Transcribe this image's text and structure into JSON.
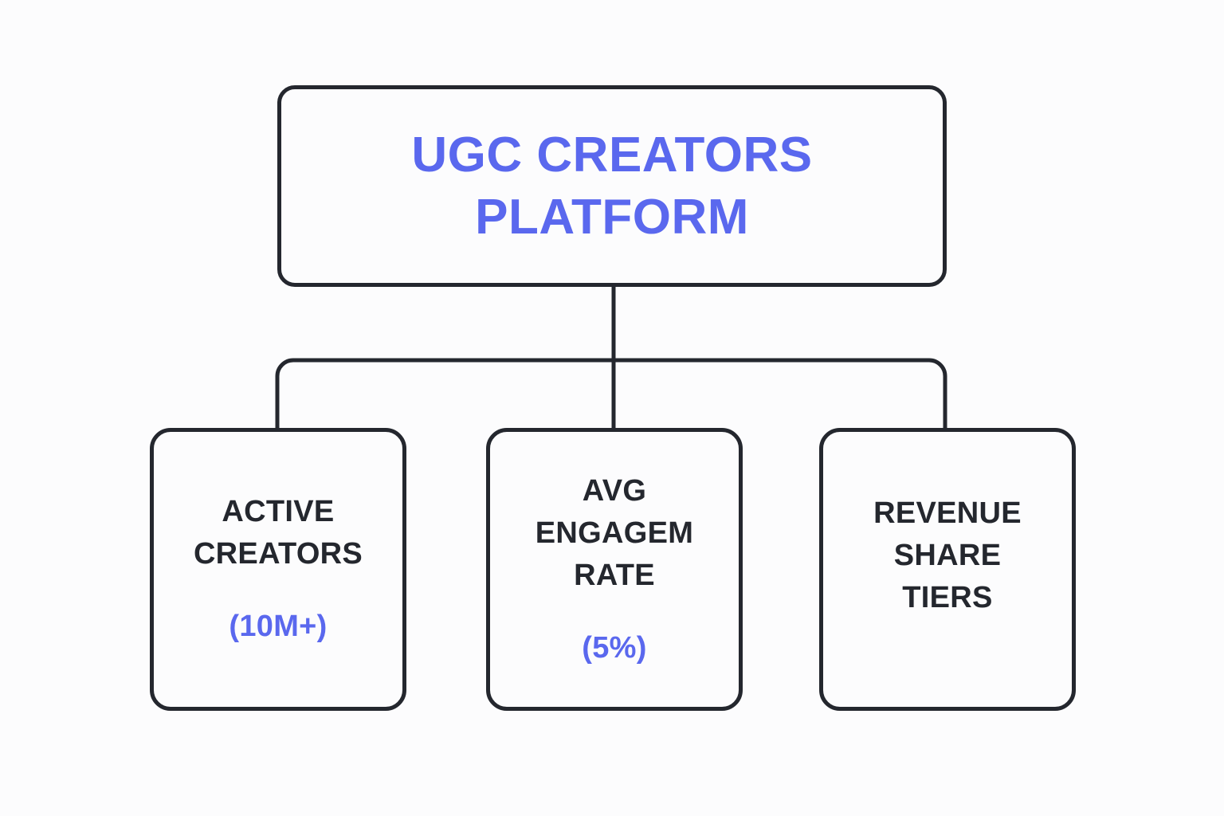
{
  "diagram": {
    "type": "org-chart",
    "background_color": "#fcfcfd",
    "accent_color": "#5a68ee",
    "line_color": "#24272e",
    "text_color": "#24272e",
    "root": {
      "title": "UGC CREATORS\nPLATFORM"
    },
    "children": [
      {
        "label": "ACTIVE\nCREATORS",
        "value": "(10M+)"
      },
      {
        "label": "AVG\nENGAGEM\nRATE",
        "value": "(5%)"
      },
      {
        "label": "REVENUE\nSHARE\nTIERS",
        "value": ""
      }
    ]
  }
}
